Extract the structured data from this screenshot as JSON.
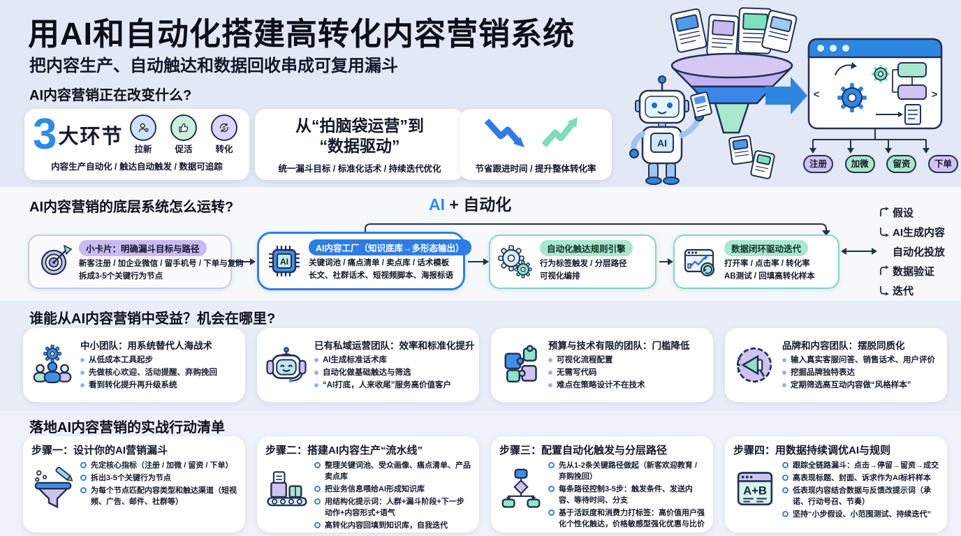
{
  "page": {
    "title": "用AI和自动化搭建高转化内容营销系统",
    "subtitle": "把内容生产、自动触达和数据回收串成可复用漏斗"
  },
  "colors": {
    "accent_blue": "#2e7de4",
    "accent_green": "#a9e8cf",
    "accent_purple": "#c9baf0"
  },
  "labels": {
    "ai": "AI"
  },
  "icons": [
    "user-plus-icon",
    "thumb-up-icon",
    "convert-cycle-icon",
    "down-trend-arrow-icon",
    "up-trend-arrow-icon",
    "target-icon",
    "ai-chip-icon",
    "gears-icon",
    "chart-window-icon",
    "team-gear-icon",
    "robot-headset-icon",
    "puzzle-icon",
    "megaphone-badge-icon",
    "funnel-icon",
    "conveyor-icon",
    "flowchart-icon",
    "ab-test-window-icon",
    "robot-illustration",
    "funnel-illustration",
    "browser-window-illustration"
  ],
  "section_change": {
    "heading": "AI内容营销正在改变什么?",
    "card_links": {
      "number": "3",
      "number_label": "大环节",
      "stages": [
        {
          "label": "拉新"
        },
        {
          "label": "促活"
        },
        {
          "label": "转化"
        }
      ],
      "footer": "内容生产自动化 / 触达自动触发 / 数据可追踪"
    },
    "card_shift": {
      "title_line1": "从“拍脑袋运营”到",
      "title_line2": "“数据驱动”",
      "footer": "统一漏斗目标 / 标准化话术 / 持续迭代优化"
    },
    "card_result": {
      "footer": "节省跟进时间 / 提升整体转化率"
    }
  },
  "illustration": {
    "robot_label": "AI",
    "funnel_stages": [
      "注册",
      "加微",
      "留资",
      "下单"
    ]
  },
  "section_system": {
    "heading": "AI内容营销的底层系统怎么运转?",
    "ai_label": "AI",
    "ai_label_rest": " + 自动化",
    "cards": [
      {
        "title": "小卡片：明确漏斗目标与路径",
        "line1": "新客注册 / 加企业微信 / 留手机号 / 下单与复购",
        "line2": "拆成3-5个关键行为节点"
      },
      {
        "title": "AI内容工厂（知识底库→多形态输出）",
        "line1": "关键词池 / 痛点清单 / 卖点库 / 话术模板",
        "line2": "长文、社群话术、短视频脚本、海报标语"
      },
      {
        "title": "自动化触达规则引擎",
        "line1": "行为标签触发 / 分层路径",
        "line2": "可视化编排"
      },
      {
        "title": "数据闭环驱动迭代",
        "line1": "打开率 / 点击率 / 转化率",
        "line2": "AB测试 / 回填高转化样本"
      }
    ],
    "loop_steps": [
      "假设",
      "AI生成内容",
      "自动化投放",
      "数据验证",
      "迭代"
    ]
  },
  "section_benefit": {
    "heading": "谁能从AI内容营销中受益？机会在哪里?",
    "cards": [
      {
        "title": "中小团队：用系统替代人海战术",
        "bullets": [
          "从低成本工具起步",
          "先做核心欢迎、活动提醒、弃购挽回",
          "看到转化提升再升级系统"
        ]
      },
      {
        "title": "已有私域运营团队：效率和标准化提升",
        "bullets": [
          "AI生成标准话术库",
          "自动化做基础触达与筛选",
          "“AI打底，人来收尾”服务高价值客户"
        ]
      },
      {
        "title": "预算与技术有限的团队：门槛降低",
        "bullets": [
          "可视化流程配置",
          "无需写代码",
          "难点在策略设计不在技术"
        ]
      },
      {
        "title": "品牌和内容团队：摆脱同质化",
        "bullets": [
          "输入真实客服问答、销售话术、用户评价",
          "挖掘品牌独特表达",
          "定期筛选高互动内容做“风格样本”"
        ]
      }
    ]
  },
  "section_action": {
    "heading": "落地AI内容营销的实战行动清单",
    "cards": [
      {
        "title": "步骤一：设计你的AI营销漏斗",
        "bullets": [
          "先定核心指标（注册 / 加微 / 留资 / 下单）",
          "拆出3-5个关键行为节点",
          "为每个节点匹配内容类型和触达渠道（短视频、广告、邮件、社群等）"
        ]
      },
      {
        "title": "步骤二：搭建AI内容生产“流水线”",
        "bullets": [
          "整理关键词池、受众画像、痛点清单、产品卖点库",
          "把业务信息喂给AI形成知识库",
          "用结构化提示词：人群+漏斗阶段+下一步动作+内容形式+语气",
          "高转化内容回填到知识库，自我迭代"
        ]
      },
      {
        "title": "步骤三：配置自动化触发与分层路径",
        "bullets": [
          "先从1-2条关键路径做起（新客欢迎教育 / 弃购挽回）",
          "每条路径控制3-5步：触发条件、发送内容、等待时间、分支",
          "基于活跃度和消费力打标签：高价值用户强化个性化触达，价格敏感型强化优惠与比价"
        ]
      },
      {
        "title": "步骤四：用数据持续调优AI与规则",
        "bullets": [
          "跟踪全链路漏斗：点击→停留→留资→成交",
          "高表现标题、封面、诉求作为AI标杆样本",
          "低表现内容结合数据与反馈改提示词（承诺、行动号召、节奏）",
          "坚持“小步假设、小范围测试、持续迭代”"
        ]
      }
    ]
  }
}
